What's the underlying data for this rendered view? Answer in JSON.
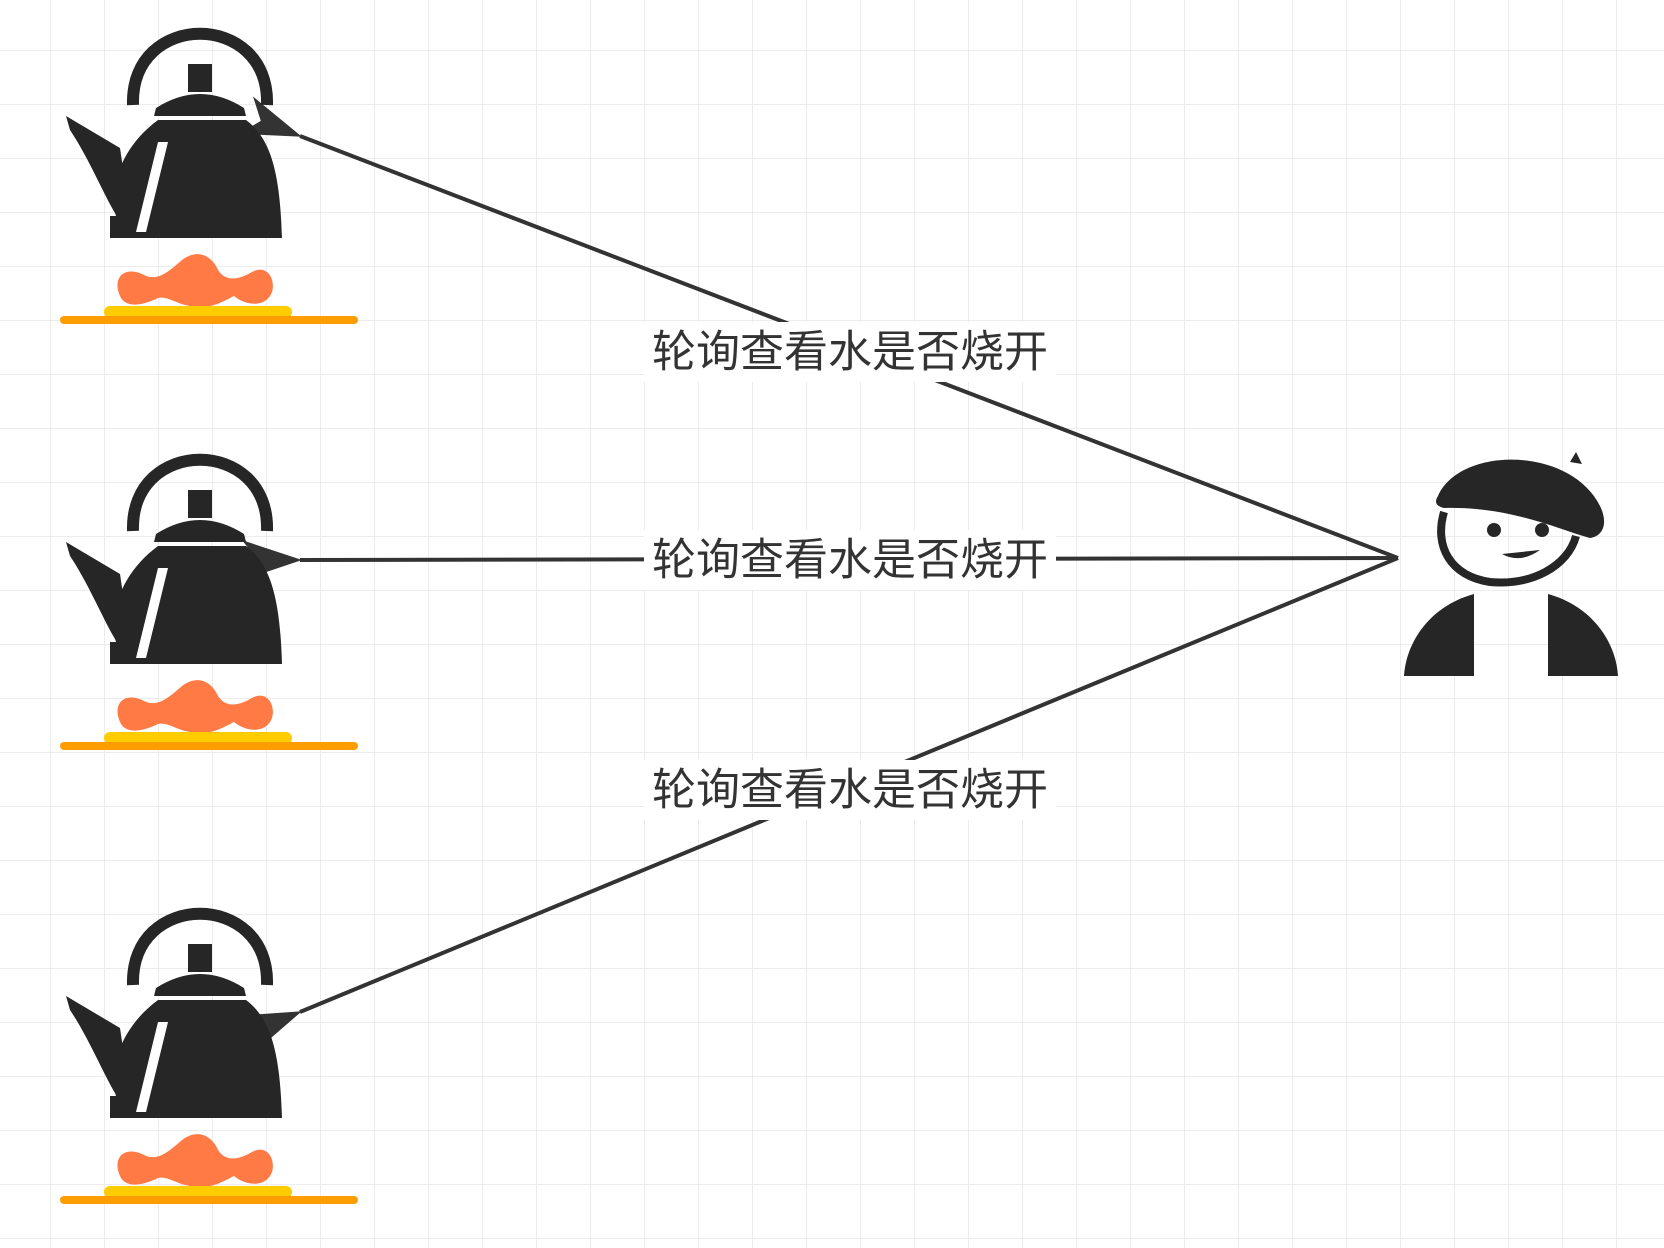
{
  "diagram": {
    "colors": {
      "grid": "#ececec",
      "ink": "#262626",
      "flame": "#ff7a45",
      "burner_yellow": "#ffcc00",
      "burner_orange": "#ff9c00",
      "edge": "#333333",
      "label_bg": "#ffffff"
    },
    "nodes": [
      {
        "id": "kettle-1",
        "icon": "kettle-on-stove-icon"
      },
      {
        "id": "kettle-2",
        "icon": "kettle-on-stove-icon"
      },
      {
        "id": "kettle-3",
        "icon": "kettle-on-stove-icon"
      },
      {
        "id": "person",
        "icon": "person-with-beret-icon"
      }
    ],
    "edges": [
      {
        "from": "person",
        "to": "kettle-1",
        "label": "轮询查看水是否烧开"
      },
      {
        "from": "person",
        "to": "kettle-2",
        "label": "轮询查看水是否烧开"
      },
      {
        "from": "person",
        "to": "kettle-3",
        "label": "轮询查看水是否烧开"
      }
    ]
  }
}
